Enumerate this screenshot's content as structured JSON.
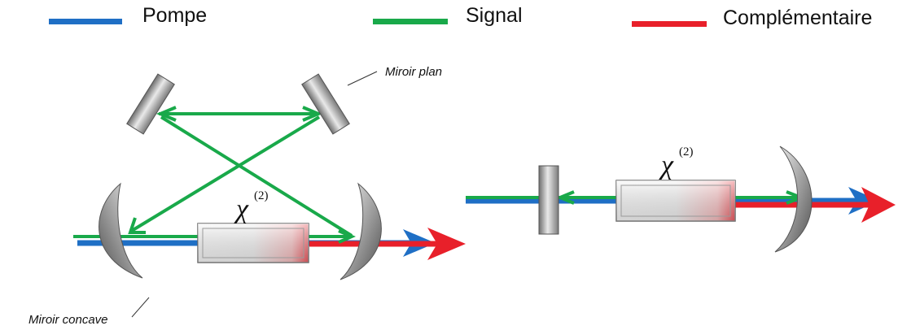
{
  "legend": {
    "pump": {
      "label": "Pompe",
      "color": "#1f6fc5"
    },
    "signal": {
      "label": "Signal",
      "color": "#19a94a"
    },
    "idler": {
      "label": "Complémentaire",
      "color": "#e8202a"
    }
  },
  "left_cavity": {
    "flat_mirror_label": "Miroir plan",
    "concave_mirror_label": "Miroir concave",
    "crystal_symbol": "χ",
    "crystal_order": "(2)"
  },
  "right_cavity": {
    "crystal_symbol": "χ",
    "crystal_order": "(2)"
  }
}
